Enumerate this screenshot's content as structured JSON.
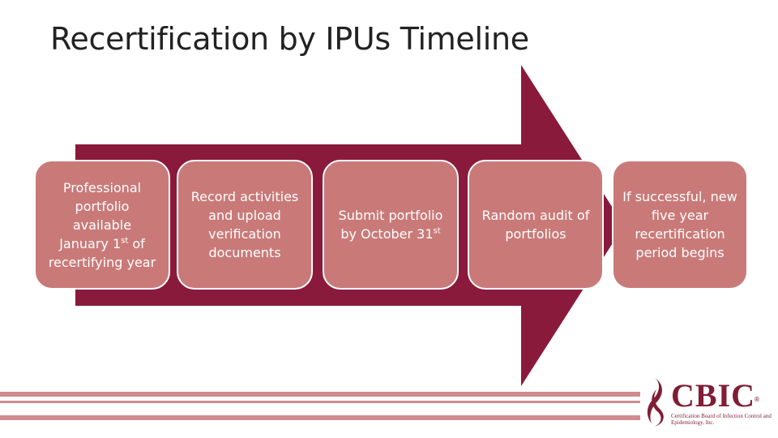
{
  "title": "Recertification by IPUs Timeline",
  "colors": {
    "arrow": "#8a1a3b",
    "box_fill": "#c97a78",
    "box_border": "#ffffff",
    "footer_bar": "#cf8c8f"
  },
  "steps": [
    {
      "lines": [
        "Professional",
        "portfolio",
        "available"
      ],
      "pre": "January 1",
      "sup": "st",
      "post": " of",
      "tail": "recertifying year"
    },
    {
      "text": "Record activities and upload verification documents"
    },
    {
      "pre": "Submit portfolio by October 31",
      "sup": "st"
    },
    {
      "text": "Random audit of portfolios"
    },
    {
      "text": "If successful, new five year recertification period begins"
    }
  ],
  "logo": {
    "name": "CBIC",
    "registered": "®",
    "subtitle": "Certification Board of Infection Control and Epidemiology, Inc."
  }
}
